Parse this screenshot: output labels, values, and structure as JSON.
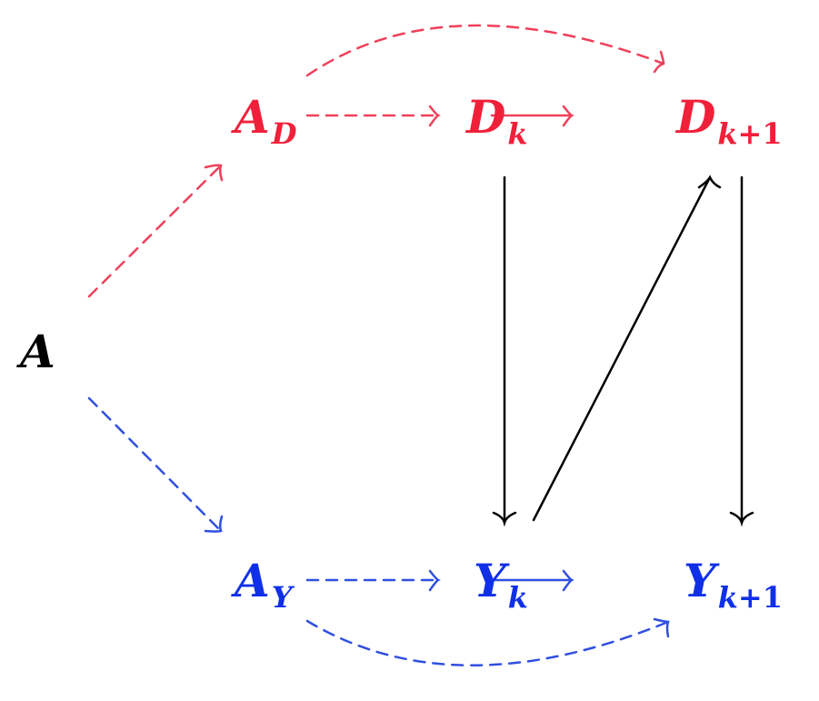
{
  "colors": {
    "red": "#f0203a",
    "blue": "#1030e8",
    "black": "#000000",
    "red_arrow": "#f0405a",
    "blue_arrow": "#3050e0"
  },
  "nodes": {
    "A": {
      "base": "A",
      "sub": ""
    },
    "AD": {
      "base": "A",
      "sub": "D"
    },
    "Dk": {
      "base": "D",
      "sub": "k"
    },
    "Dk1": {
      "base": "D",
      "sub_var": "k",
      "sub_rest": "+1"
    },
    "AY": {
      "base": "A",
      "sub": "Y"
    },
    "Yk": {
      "base": "Y",
      "sub": "k"
    },
    "Yk1": {
      "base": "Y",
      "sub_var": "k",
      "sub_rest": "+1"
    }
  },
  "edges": [
    {
      "from": "A",
      "to": "A_D",
      "style": "dashed",
      "color": "red"
    },
    {
      "from": "A",
      "to": "A_Y",
      "style": "dashed",
      "color": "blue"
    },
    {
      "from": "A_D",
      "to": "D_k",
      "style": "dashed",
      "color": "red"
    },
    {
      "from": "A_D",
      "to": "D_k+1",
      "style": "dashed-curved",
      "color": "red"
    },
    {
      "from": "D_k",
      "to": "D_k+1",
      "style": "solid",
      "color": "red"
    },
    {
      "from": "A_Y",
      "to": "Y_k",
      "style": "dashed",
      "color": "blue"
    },
    {
      "from": "A_Y",
      "to": "Y_k+1",
      "style": "dashed-curved",
      "color": "blue"
    },
    {
      "from": "Y_k",
      "to": "Y_k+1",
      "style": "solid",
      "color": "blue"
    },
    {
      "from": "D_k",
      "to": "Y_k",
      "style": "solid",
      "color": "black"
    },
    {
      "from": "Y_k",
      "to": "D_k+1",
      "style": "solid",
      "color": "black"
    },
    {
      "from": "D_k+1",
      "to": "Y_k+1",
      "style": "solid",
      "color": "black"
    }
  ]
}
